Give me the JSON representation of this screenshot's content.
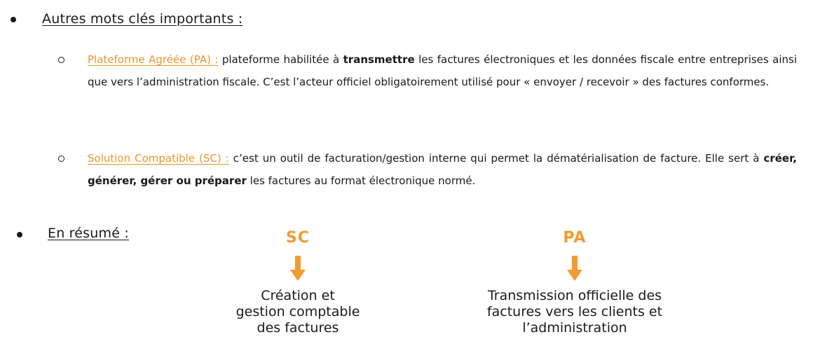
{
  "section1": {
    "heading": "Autres mots clés importants :",
    "items": [
      {
        "term": "Plateforme Agréée (PA) :",
        "text_before": " plateforme habilitée à ",
        "bold": "transmettre",
        "text_after": " les factures électroniques et les données fiscale entre entreprises ainsi que vers l’administration fiscale. C’est l’acteur officiel obligatoirement utilisé pour « envoyer / recevoir » des factures conformes."
      },
      {
        "term": "Solution Compatible (SC) :",
        "text_before": " c’est un outil de facturation/gestion interne qui permet la dématérialisation de facture. Elle sert à ",
        "bold": "créer, générer, gérer ou préparer",
        "text_after": " les factures au format électronique normé."
      }
    ]
  },
  "section2": {
    "heading": "En résumé :",
    "columns": [
      {
        "title": "SC",
        "lines": [
          "Création et",
          "gestion comptable",
          "des factures"
        ]
      },
      {
        "title": "PA",
        "lines": [
          "Transmission officielle des",
          "factures vers les clients et",
          "l’administration"
        ]
      }
    ]
  },
  "colors": {
    "accent": "#f29b30",
    "term": "#e8962e",
    "text": "#1a1a1a"
  }
}
